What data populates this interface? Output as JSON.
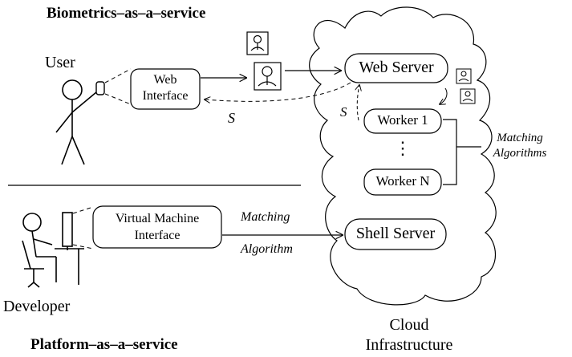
{
  "titles": {
    "top": "Biometrics–as–a–service",
    "bottom": "Platform–as–a–service"
  },
  "actors": {
    "user": "User",
    "developer": "Developer"
  },
  "boxes": {
    "web_interface_line1": "Web",
    "web_interface_line2": "Interface",
    "web_server": "Web Server",
    "worker_1": "Worker 1",
    "worker_ellipsis": "⋮",
    "worker_n": "Worker N",
    "vm_interface_line1": "Virtual Machine",
    "vm_interface_line2": "Interface",
    "shell_server": "Shell Server"
  },
  "edge_labels": {
    "s_left": "S",
    "s_cloud": "S",
    "matching_algorithms_line1": "Matching",
    "matching_algorithms_line2": "Algorithms",
    "matching_algorithm_line1": "Matching",
    "matching_algorithm_line2": "Algorithm"
  },
  "cloud_label": {
    "line1": "Cloud",
    "line2": "Infrastructure"
  }
}
